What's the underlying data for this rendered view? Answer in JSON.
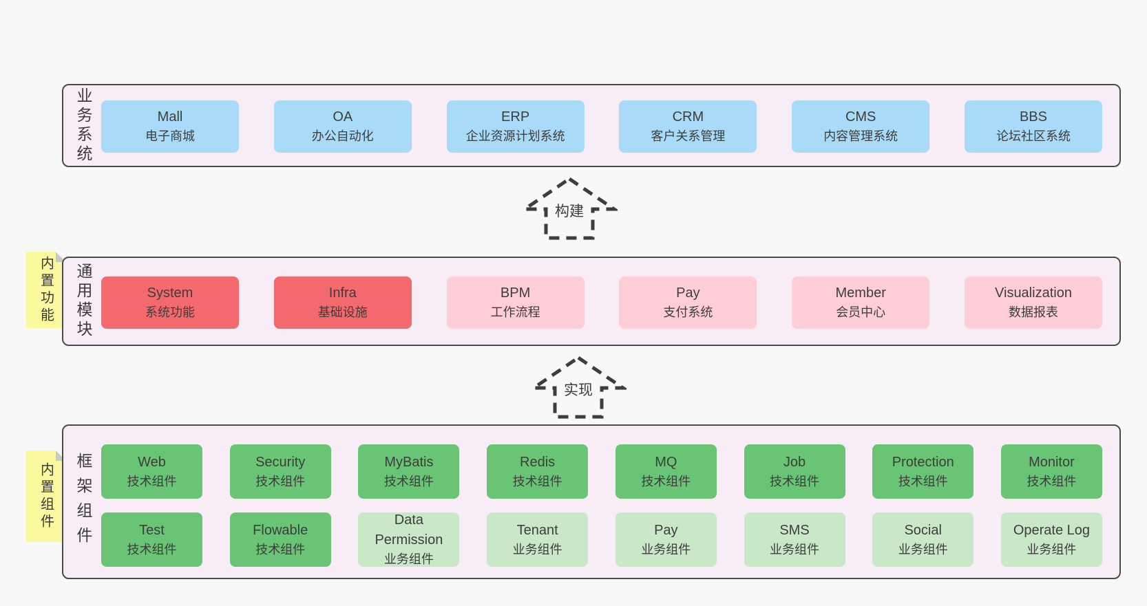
{
  "panels": {
    "business": {
      "label": "业务系统",
      "boxes": [
        {
          "name": "Mall",
          "desc": "电子商城"
        },
        {
          "name": "OA",
          "desc": "办公自动化"
        },
        {
          "name": "ERP",
          "desc": "企业资源计划系统"
        },
        {
          "name": "CRM",
          "desc": "客户关系管理"
        },
        {
          "name": "CMS",
          "desc": "内容管理系统"
        },
        {
          "name": "BBS",
          "desc": "论坛社区系统"
        }
      ]
    },
    "modules": {
      "label": "通用模块",
      "sticky": "内置功能",
      "boxes": [
        {
          "name": "System",
          "desc": "系统功能"
        },
        {
          "name": "Infra",
          "desc": "基础设施"
        },
        {
          "name": "BPM",
          "desc": "工作流程"
        },
        {
          "name": "Pay",
          "desc": "支付系统"
        },
        {
          "name": "Member",
          "desc": "会员中心"
        },
        {
          "name": "Visualization",
          "desc": "数据报表"
        }
      ]
    },
    "components": {
      "label": "框架组件",
      "sticky": "内置组件",
      "rows": [
        [
          {
            "name": "Web",
            "desc": "技术组件"
          },
          {
            "name": "Security",
            "desc": "技术组件"
          },
          {
            "name": "MyBatis",
            "desc": "技术组件"
          },
          {
            "name": "Redis",
            "desc": "技术组件"
          },
          {
            "name": "MQ",
            "desc": "技术组件"
          },
          {
            "name": "Job",
            "desc": "技术组件"
          },
          {
            "name": "Protection",
            "desc": "技术组件"
          },
          {
            "name": "Monitor",
            "desc": "技术组件"
          }
        ],
        [
          {
            "name": "Test",
            "desc": "技术组件"
          },
          {
            "name": "Flowable",
            "desc": "技术组件"
          },
          {
            "name": "Data Permission",
            "desc": "业务组件"
          },
          {
            "name": "Tenant",
            "desc": "业务组件"
          },
          {
            "name": "Pay",
            "desc": "业务组件"
          },
          {
            "name": "SMS",
            "desc": "业务组件"
          },
          {
            "name": "Social",
            "desc": "业务组件"
          },
          {
            "name": "Operate Log",
            "desc": "业务组件"
          }
        ]
      ]
    }
  },
  "arrows": [
    {
      "label": "构建"
    },
    {
      "label": "实现"
    }
  ],
  "colors": {
    "page_bg": "#f8f8f8",
    "panel_bg": "#f8edf6",
    "panel_border": "#4a4a4a",
    "blue": "#a9dbf8",
    "red": "#f3696e",
    "pink": "#fecdd6",
    "green": "#69c476",
    "light_green": "#c8e8c8",
    "sticky_yellow": "#fbf99e",
    "sticky_fold": "#c9c9c9",
    "text": "#3d3d3d"
  }
}
